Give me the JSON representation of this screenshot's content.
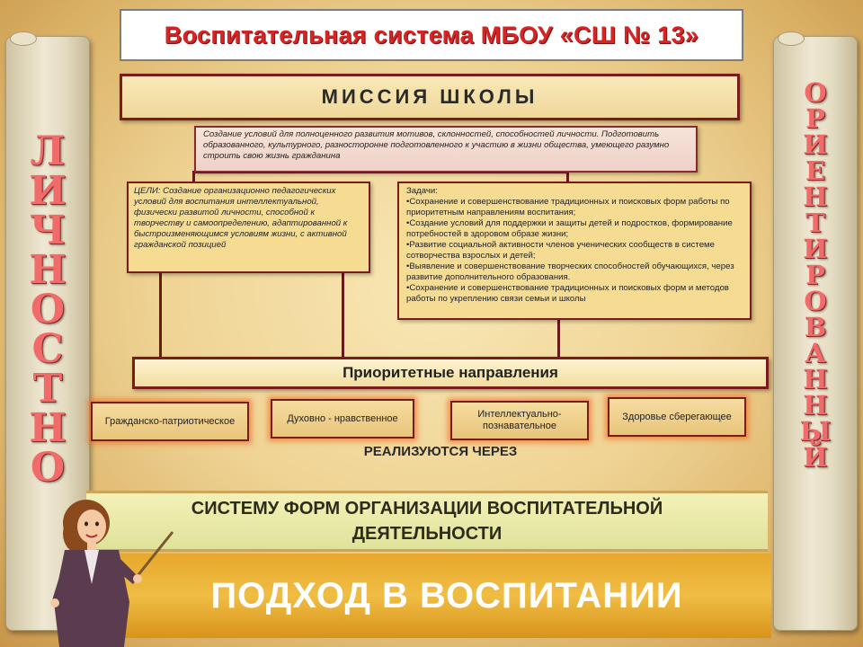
{
  "title": "Воспитательная система МБОУ «СШ № 13»",
  "mission": {
    "label": "МИССИЯ ШКОЛЫ",
    "description": "Создание условий для полноценного развития мотивов, склонностей, способностей личности. Подготовить образованного, культурного, разносторонне подготовленного к участию в жизни общества, умеющего разумно строить свою жизнь гражданина"
  },
  "goals": "ЦЕЛИ: Создание организационно педагогических условий для воспитания интеллектуальной, физически развитой личности, способной к творчеству и самоопределению, адаптированной к быстроизменяющимся условиям жизни, с активной гражданской позицией",
  "tasks": {
    "heading": "Задачи:",
    "items": [
      "•Сохранение и совершенствование традиционных и поисковых форм работы по приоритетным направлениям воспитания;",
      "•Создание условий для поддержки и защиты детей и подростков, формирование потребностей в здоровом образе жизни;",
      "•Развитие социальной активности членов ученических сообществ в системе сотворчества взрослых и детей;",
      "•Выявление и совершенствование творческих способностей обучающихся, через развитие дополнительного образования.",
      "•Сохранение и совершенствование традиционных и поисковых форм и  методов работы по укреплению связи семьи и школы"
    ]
  },
  "priority": "Приоритетные направления",
  "directions": [
    "Гражданско-патриотическое",
    "Духовно - нравственное",
    "Интеллектуально-познавательное",
    "Здоровье сберегающее"
  ],
  "realize": "РЕАЛИЗУЮТСЯ ЧЕРЕЗ",
  "forms": {
    "line1": "СИСТЕМУ ФОРМ ОРГАНИЗАЦИИ ВОСПИТАТЕЛЬНОЙ",
    "line2": "ДЕЯТЕЛЬНОСТИ"
  },
  "approach": "ПОДХОД В ВОСПИТАНИИ",
  "left_word": "ЛИЧНОСТНО",
  "right_word": "ОРИЕНТИРОВАННЫЙ"
}
